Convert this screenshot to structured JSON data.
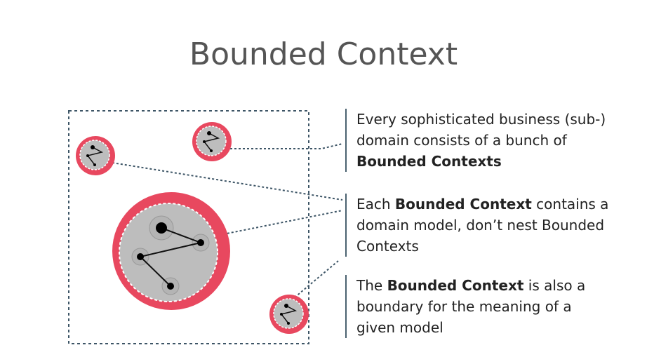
{
  "title": "Bounded Context",
  "blocks": [
    {
      "parts": [
        "Every sophisticated business (sub-) domain consists of a bunch of ",
        "Bounded Contexts",
        ""
      ]
    },
    {
      "parts": [
        "Each ",
        "Bounded Context",
        " contains a domain model, don’t nest Bounded Contexts"
      ]
    },
    {
      "parts": [
        "The ",
        "Bounded Context",
        " is also a boundary for the meaning of a given model"
      ]
    }
  ],
  "colors": {
    "accent": "#e8485f",
    "gray": "#bcbcbc",
    "line": "#3d5566"
  }
}
